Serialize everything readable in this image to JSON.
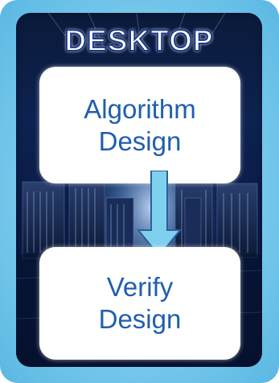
{
  "title": "DESKTOP",
  "boxes": [
    {
      "label": "Algorithm\nDesign"
    },
    {
      "label": "Verify\nDesign"
    }
  ],
  "colors": {
    "frame": "#7ccbed",
    "panel": "#0d2250",
    "box_text": "#1f5fad",
    "arrow": "#7fd0ec"
  }
}
